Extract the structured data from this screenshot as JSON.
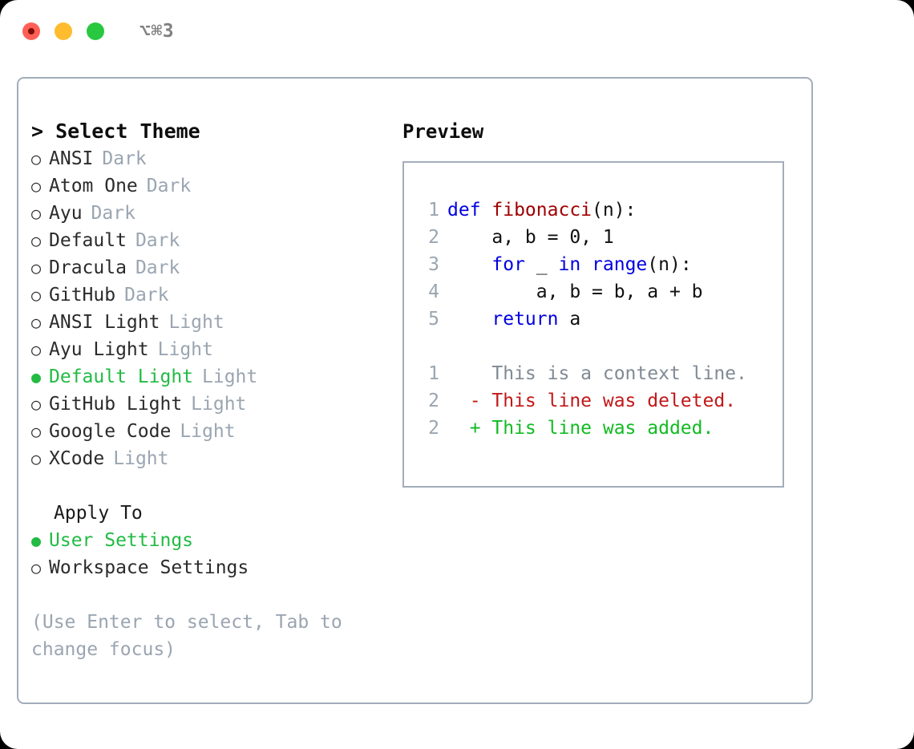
{
  "window": {
    "shortcut": "⌥⌘3",
    "traffic_lights": [
      {
        "name": "close",
        "color": "#ff5f57"
      },
      {
        "name": "minimize",
        "color": "#febc2e"
      },
      {
        "name": "zoom",
        "color": "#28c840"
      }
    ]
  },
  "theme_selector": {
    "header": "> Select Theme",
    "selected_theme": "Default Light",
    "radio_unselected_glyph": "○",
    "radio_selected_glyph": "●",
    "accent_color": "#22bb44",
    "category_color": "#9aa5b1",
    "options": [
      {
        "label": "ANSI",
        "category": "Dark",
        "selected": false
      },
      {
        "label": "Atom One",
        "category": "Dark",
        "selected": false
      },
      {
        "label": "Ayu",
        "category": "Dark",
        "selected": false
      },
      {
        "label": "Default",
        "category": "Dark",
        "selected": false
      },
      {
        "label": "Dracula",
        "category": "Dark",
        "selected": false
      },
      {
        "label": "GitHub",
        "category": "Dark",
        "selected": false
      },
      {
        "label": "ANSI Light",
        "category": "Light",
        "selected": false
      },
      {
        "label": "Ayu Light",
        "category": "Light",
        "selected": false
      },
      {
        "label": "Default Light",
        "category": "Light",
        "selected": true
      },
      {
        "label": "GitHub Light",
        "category": "Light",
        "selected": false
      },
      {
        "label": "Google Code",
        "category": "Light",
        "selected": false
      },
      {
        "label": "XCode",
        "category": "Light",
        "selected": false
      }
    ]
  },
  "apply_to": {
    "header": "Apply To",
    "selected": "User Settings",
    "options": [
      {
        "label": "User Settings",
        "selected": true
      },
      {
        "label": "Workspace Settings",
        "selected": false
      }
    ]
  },
  "hint": "(Use Enter to select, Tab to change focus)",
  "preview": {
    "header": "Preview",
    "code": [
      {
        "lineno": "1",
        "tokens": [
          {
            "text": "def ",
            "type": "kw"
          },
          {
            "text": "fibonacci",
            "type": "fn"
          },
          {
            "text": "(n):",
            "type": "plain"
          }
        ]
      },
      {
        "lineno": "2",
        "tokens": [
          {
            "text": "    a, b = 0, 1",
            "type": "plain"
          }
        ]
      },
      {
        "lineno": "3",
        "tokens": [
          {
            "text": "    ",
            "type": "plain"
          },
          {
            "text": "for",
            "type": "kw"
          },
          {
            "text": " _ ",
            "type": "plain"
          },
          {
            "text": "in",
            "type": "kw"
          },
          {
            "text": " ",
            "type": "plain"
          },
          {
            "text": "range",
            "type": "kw"
          },
          {
            "text": "(n):",
            "type": "plain"
          }
        ]
      },
      {
        "lineno": "4",
        "tokens": [
          {
            "text": "        a, b = b, a + b",
            "type": "plain"
          }
        ]
      },
      {
        "lineno": "5",
        "tokens": [
          {
            "text": "    ",
            "type": "plain"
          },
          {
            "text": "return",
            "type": "kw"
          },
          {
            "text": " a",
            "type": "plain"
          }
        ]
      }
    ],
    "diff": [
      {
        "lineno": "1",
        "marker": " ",
        "text": "This is a context line.",
        "kind": "context"
      },
      {
        "lineno": "2",
        "marker": "-",
        "text": "This line was deleted.",
        "kind": "deleted"
      },
      {
        "lineno": "2",
        "marker": "+",
        "text": "This line was added.",
        "kind": "added"
      }
    ],
    "diff_colors": {
      "context": "#808a94",
      "deleted": "#c21818",
      "added": "#11bb22"
    }
  }
}
